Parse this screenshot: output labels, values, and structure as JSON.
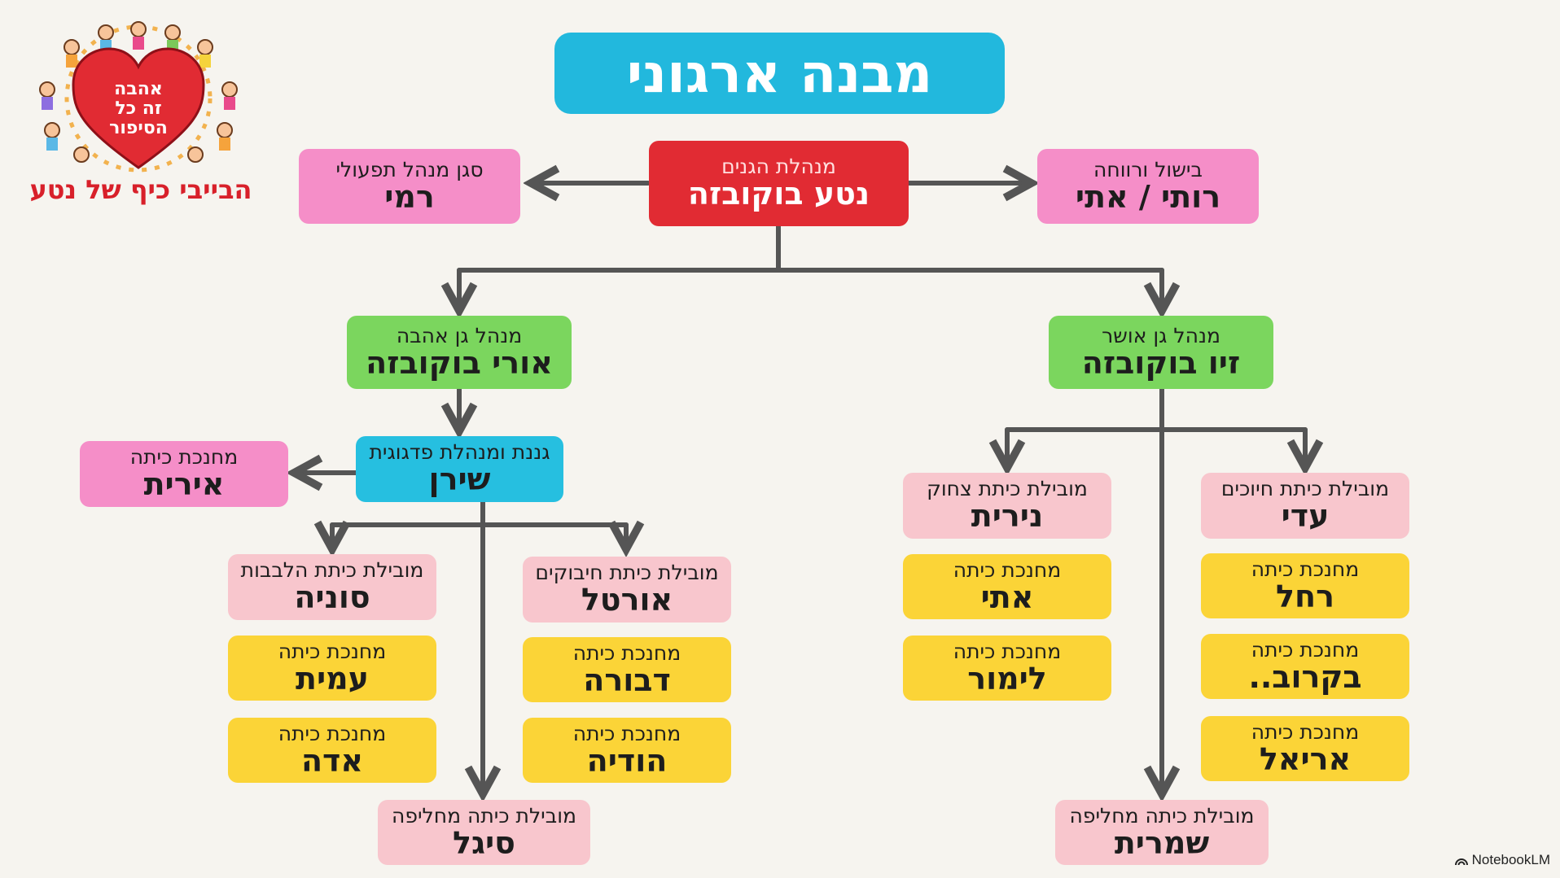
{
  "title": "מבנה ארגוני",
  "logo": {
    "heart_lines": [
      "אהבה",
      "זה כל",
      "הסיפור"
    ],
    "caption": "הבייבי כיף של נטע",
    "colors": {
      "heart": "#e12b33",
      "caption": "#d8202a"
    }
  },
  "watermark": "NotebookLM",
  "nodes": {
    "director": {
      "role": "מנהלת הגנים",
      "name": "נטע בוקובזה"
    },
    "deputy": {
      "role": "סגן מנהל תפעולי",
      "name": "רמי"
    },
    "cooking": {
      "role": "בישול ורווחה",
      "name": "רותי / אתי"
    },
    "ahava_manager": {
      "role": "מנהל גן אהבה",
      "name": "אורי בוקובזה"
    },
    "osher_manager": {
      "role": "מנהל גן אושר",
      "name": "זיו בוקובזה"
    },
    "pedagogy": {
      "role": "גננת ומנהלת פדגוגית",
      "name": "שירן"
    },
    "irit": {
      "role": "מחנכת כיתה",
      "name": "אירית"
    },
    "sonia": {
      "role": "מובילת כיתת הלבבות",
      "name": "סוניה"
    },
    "amit": {
      "role": "מחנכת כיתה",
      "name": "עמית"
    },
    "ada": {
      "role": "מחנכת כיתה",
      "name": "אדה"
    },
    "ortal": {
      "role": "מובילת כיתת חיבוקים",
      "name": "אורטל"
    },
    "dvora": {
      "role": "מחנכת כיתה",
      "name": "דבורה"
    },
    "hodaya": {
      "role": "מחנכת כיתה",
      "name": "הודיה"
    },
    "sigal": {
      "role": "מובילת כיתה מחליפה",
      "name": "סיגל"
    },
    "nirit": {
      "role": "מובילת כיתת צחוק",
      "name": "נירית"
    },
    "eti": {
      "role": "מחנכת כיתה",
      "name": "אתי"
    },
    "limor": {
      "role": "מחנכת כיתה",
      "name": "לימור"
    },
    "adi": {
      "role": "מובילת כיתת חיוכים",
      "name": "עדי"
    },
    "rachel": {
      "role": "מחנכת כיתה",
      "name": "רחל"
    },
    "bekarov": {
      "role": "מחנכת כיתה",
      "name": "בקרוב.."
    },
    "ariel": {
      "role": "מחנכת כיתה",
      "name": "אריאל"
    },
    "shimrit": {
      "role": "מובילת כיתה מחליפה",
      "name": "שמרית"
    }
  },
  "colors": {
    "title": "#22b8dd",
    "director": "#e12b33",
    "support": "#f58ec8",
    "manager": "#7bd65e",
    "pedagogy": "#26bfe0",
    "class_lead": "#f8c6cd",
    "teacher": "#fbd437",
    "connector": "#555555"
  }
}
